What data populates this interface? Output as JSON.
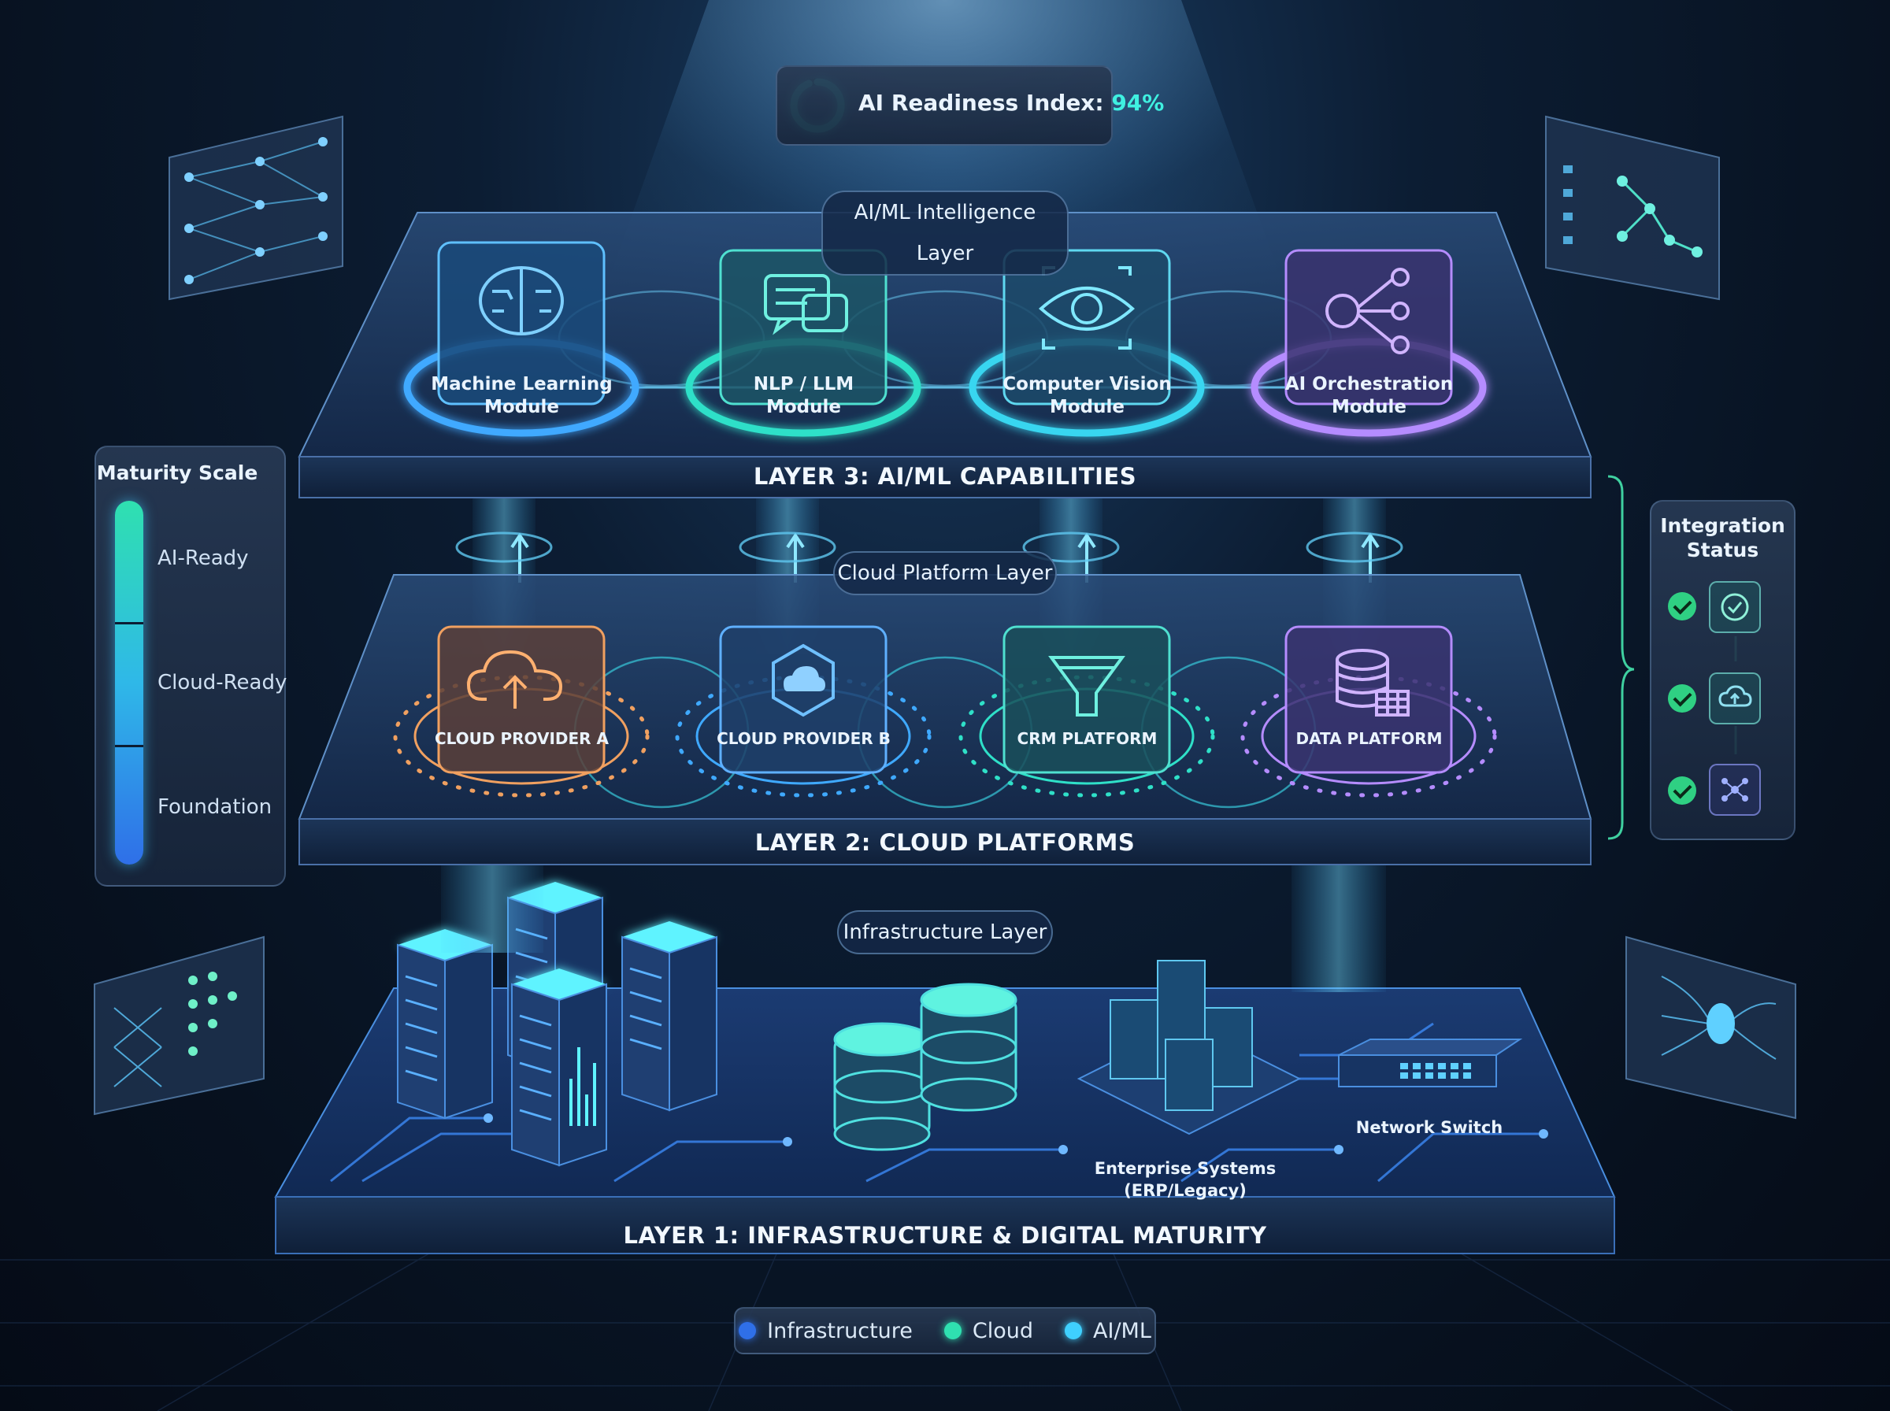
{
  "readiness": {
    "label": "AI Readiness Index:",
    "value": "94%",
    "percent": 94
  },
  "layers": {
    "ai": {
      "tag": "AI/ML Intelligence Layer",
      "title": "LAYER 3: AI/ML CAPABILITIES",
      "modules": [
        {
          "line1": "Machine Learning",
          "line2": "Module",
          "icon": "brain-icon",
          "color": "#3fa9ff"
        },
        {
          "line1": "NLP / LLM",
          "line2": "Module",
          "icon": "chat-icon",
          "color": "#2fe0c8"
        },
        {
          "line1": "Computer Vision",
          "line2": "Module",
          "icon": "eye-icon",
          "color": "#38d6f0"
        },
        {
          "line1": "AI Orchestration",
          "line2": "Module",
          "icon": "orchestration-icon",
          "color": "#b58cff"
        }
      ]
    },
    "cloud": {
      "tag": "Cloud Platform Layer",
      "title": "LAYER 2: CLOUD PLATFORMS",
      "platforms": [
        {
          "label": "CLOUD PROVIDER A",
          "icon": "cloud-upload-icon",
          "color": "#f0a060"
        },
        {
          "label": "CLOUD PROVIDER B",
          "icon": "cloud-hex-icon",
          "color": "#3fa9ff"
        },
        {
          "label": "CRM PLATFORM",
          "icon": "funnel-icon",
          "color": "#2fe0c8"
        },
        {
          "label": "DATA PLATFORM",
          "icon": "database-icon",
          "color": "#b58cff"
        }
      ]
    },
    "infra": {
      "tag": "Infrastructure Layer",
      "title": "LAYER 1: INFRASTRUCTURE & DIGITAL MATURITY",
      "items": {
        "enterprise_line1": "Enterprise Systems",
        "enterprise_line2": "(ERP/Legacy)",
        "network": "Network Switch"
      }
    }
  },
  "maturity": {
    "title": "Maturity Scale",
    "levels": [
      "AI-Ready",
      "Cloud-Ready",
      "Foundation"
    ]
  },
  "integration": {
    "title_line1": "Integration",
    "title_line2": "Status"
  },
  "legend": [
    {
      "label": "Infrastructure",
      "color": "#2f6fe8"
    },
    {
      "label": "Cloud",
      "color": "#2fe0b0"
    },
    {
      "label": "AI/ML",
      "color": "#3fd0ff"
    }
  ]
}
